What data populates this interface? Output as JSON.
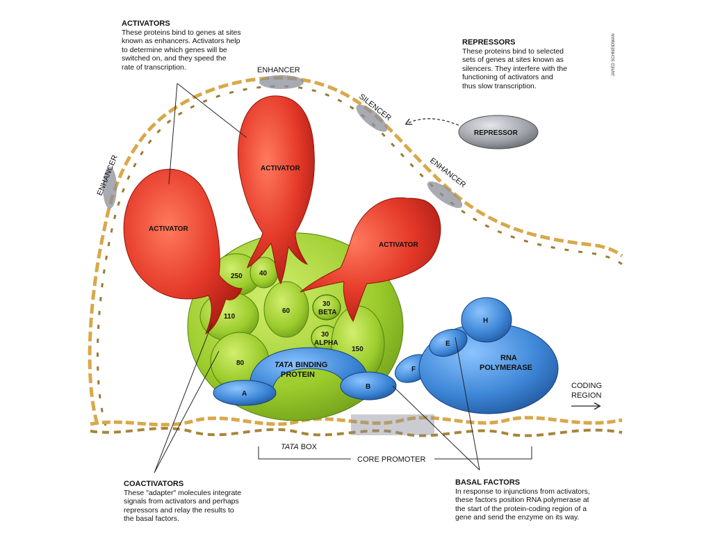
{
  "annotations": {
    "activators": {
      "title": "ACTIVATORS",
      "lines": [
        "These proteins bind to genes at sites",
        "known as enhancers. Activators help",
        "to determine which genes will be",
        "switched on, and they speed the",
        "rate of transcription."
      ]
    },
    "repressors": {
      "title": "REPRESSORS",
      "lines": [
        "These proteins bind to selected",
        "sets of genes at sites known as",
        "silencers. They interfere with the",
        "functioning of activators and",
        "thus slow transcription."
      ]
    },
    "coactivators": {
      "title": "COACTIVATORS",
      "lines": [
        "These \"adapter\" molecules integrate",
        "signals from activators and perhaps",
        "repressors and relay the results to",
        "the basal factors."
      ]
    },
    "basal_factors": {
      "title": "BASAL FACTORS",
      "lines": [
        "In response to injunctions from activators,",
        "these factors position RNA polymerase at",
        "the start of the protein-coding region of a",
        "gene and send the enzyme on its way."
      ]
    }
  },
  "credit": "JARED SCHNEIDMAN",
  "dna_sites": {
    "enhancer_top": "ENHANCER",
    "enhancer_left": "ENHANCER",
    "enhancer_right": "ENHANCER",
    "silencer": "SILENCER"
  },
  "proteins": {
    "activator_left": "ACTIVATOR",
    "activator_center": "ACTIVATOR",
    "activator_right": "ACTIVATOR",
    "repressor": "REPRESSOR",
    "tafs": [
      "250",
      "40",
      "110",
      "60",
      "30",
      "BETA",
      "30",
      "ALPHA",
      "150",
      "80"
    ],
    "tbp_line1_italic": "TATA",
    "tbp_line1_rest": " BINDING",
    "tbp_line2": "PROTEIN",
    "factor_a": "A",
    "factor_b": "B",
    "factor_f": "F",
    "factor_e": "E",
    "factor_h": "H",
    "rna_pol_line1": "RNA",
    "rna_pol_line2": "POLYMERASE"
  },
  "promoter": {
    "tata_italic": "TATA",
    "tata_rest": " BOX",
    "core_promoter": "CORE PROMOTER",
    "coding_region_line1": "CODING",
    "coding_region_line2": "REGION"
  },
  "colors": {
    "activator_red": "#e03a2a",
    "coactivator_green": "#9ccc2c",
    "basal_blue": "#3d86d6",
    "repressor_gray": "#9a9ea3",
    "dna_gold": "#d8a84a",
    "dna_gray": "#8c8f99"
  }
}
